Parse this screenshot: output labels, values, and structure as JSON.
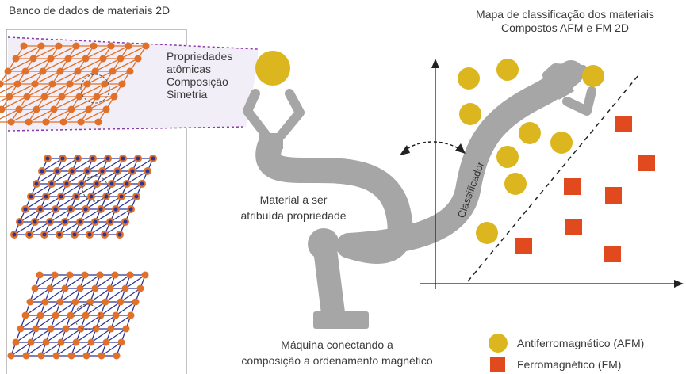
{
  "database": {
    "title": "Banco de dados de materiais 2D",
    "atomic_properties": [
      "Propriedades",
      "atômicas",
      "Composição",
      "Simetria"
    ]
  },
  "classification": {
    "title_line1": "Mapa de classificação dos materiais",
    "title_line2": "Compostos AFM e FM 2D",
    "classifier_label": "Classificador"
  },
  "material_label": [
    "Material a ser",
    "atribuída propriedade"
  ],
  "machine_label": [
    "Máquina conectando a",
    "composição a ordenamento magnético"
  ],
  "legend": {
    "afm": "Antiferromagnético (AFM)",
    "fm": "Ferromagnético (FM)"
  },
  "colors": {
    "afm": "#dcb61f",
    "fm": "#e04a1e",
    "lattice_orange": "#e0702a",
    "lattice_blue": "#2a3595",
    "robot_arm": "#a6a6a6",
    "highlight_bg": "#f1eef7",
    "highlight_border": "#8a3aa6"
  }
}
